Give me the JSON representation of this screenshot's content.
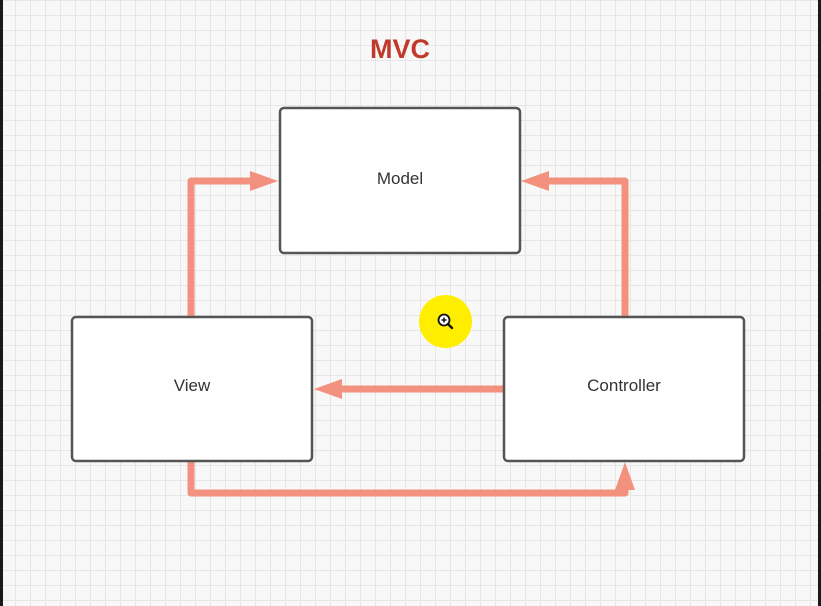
{
  "title": "MVC",
  "colors": {
    "title": "#c0392b",
    "arrow": "#f2917d",
    "box_border": "#555555",
    "box_fill": "#ffffff",
    "cursor_highlight": "#ffee00"
  },
  "boxes": {
    "model": "Model",
    "view": "View",
    "controller": "Controller"
  },
  "arrows": [
    {
      "from": "View",
      "to": "Model"
    },
    {
      "from": "Controller",
      "to": "Model"
    },
    {
      "from": "Controller",
      "to": "View"
    },
    {
      "from": "View",
      "to": "Controller"
    }
  ],
  "cursor": {
    "icon": "zoom-in-icon"
  }
}
